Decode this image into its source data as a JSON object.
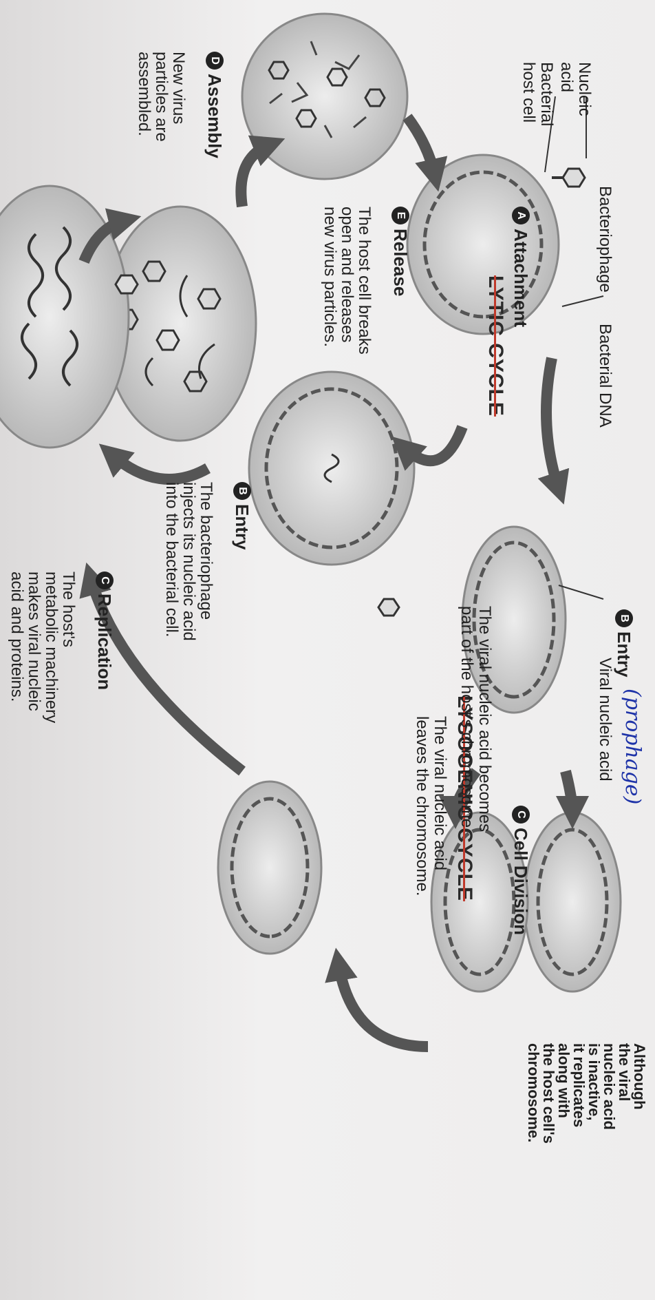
{
  "labels": {
    "nucleic_acid": "Nucleic\nacid",
    "bacterial_host_cell": "Bacterial\nhost cell",
    "bacteriophage": "Bacteriophage",
    "bacterial_dna": "Bacterial DNA",
    "viral_nucleic_acid": "Viral nucleic acid"
  },
  "steps": {
    "attachment": {
      "badge": "A",
      "title": "Attachment",
      "text": ""
    },
    "entry_lytic": {
      "badge": "B",
      "title": "Entry",
      "text": "The bacteriophage\ninjects its nucleic acid\ninto the bacterial cell."
    },
    "replication": {
      "badge": "C",
      "title": "Replication",
      "text": "The host's\nmetabolic machinery\nmakes viral nucleic\nacid and proteins."
    },
    "assembly": {
      "badge": "D",
      "title": "Assembly",
      "text": "New virus\nparticles are\nassembled."
    },
    "release": {
      "badge": "E",
      "title": "Release",
      "text": "The host cell breaks\nopen and releases\nnew virus particles."
    },
    "entry_lysogenic": {
      "badge": "B",
      "title": "Entry",
      "text": ""
    },
    "cell_division": {
      "badge": "C",
      "title": "Cell Division",
      "text": ""
    }
  },
  "cycles": {
    "lytic": "LYTIC CYCLE",
    "lysogenic": "LYSOGENIC CYCLE"
  },
  "lysogenic_texts": {
    "becomes_part": "The viral nucleic acid becomes\npart of the host's chromosome.",
    "leaves": "The viral nucleic acid\nleaves the chromosome.",
    "although": "Although\nthe viral\nnucleic acid\nis inactive,\nit replicates\nalong with\nthe host cell's\nchromosome."
  },
  "handwritten_note": "(prophage)"
}
